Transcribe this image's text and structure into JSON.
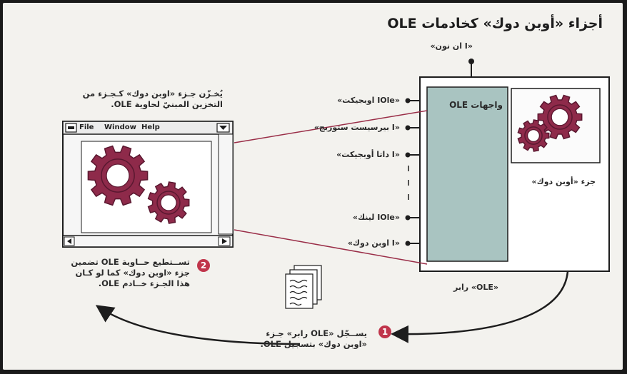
{
  "title": "أجزاء «أوبن دوك» كخادمات OLE",
  "server": {
    "top_interface": "«I ان نون»",
    "interfaces_header": "واجهات OLE",
    "part_caption": "جزء «أوبن دوك»",
    "interfaces": [
      "«IOle اوبجيكت»",
      "«I بيرسيست ستوريج»",
      "«I داتا أوبجيكت»",
      "«IOle لينك»",
      "«I اوبن دوك»"
    ],
    "binder_label": "«OLE» رابر"
  },
  "container": {
    "caption": "يُخـزّن جـزء «اوبن دوك» كـجـزء من التخزين المبنيّ لحاوية OLE.",
    "menu_items": [
      "File",
      "Window",
      "Help"
    ]
  },
  "steps": [
    {
      "number": "1",
      "text": "يســجّل «OLE رابر» جـزء «اوبن دوك» بتسجيل OLE."
    },
    {
      "number": "2",
      "text": "تســتطيع حــاوية OLE تضمين جزء «اوبن دوك» كما لو كـان هذا الجـزء خــادم OLE."
    }
  ],
  "colors": {
    "gear": "#8e2a4a",
    "gear_dark": "#5a1830",
    "badge": "#c0354b",
    "panel_fill": "#a9c4c1",
    "line": "#9a2e48"
  },
  "icons": [
    "gear-icon",
    "document-stack-icon",
    "scroll-up-arrow-icon",
    "scroll-left-arrow-icon",
    "scroll-right-arrow-icon",
    "close-box-icon"
  ]
}
